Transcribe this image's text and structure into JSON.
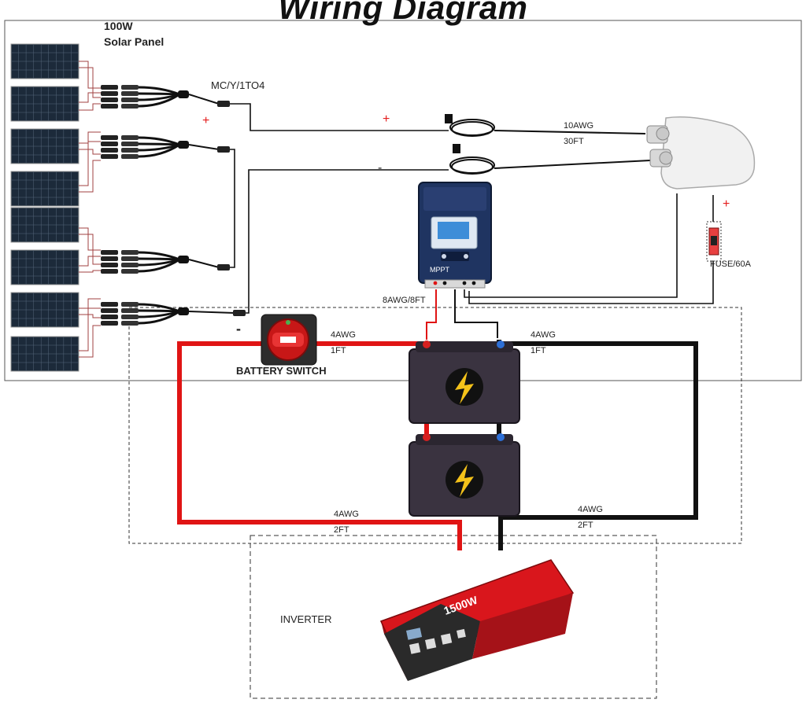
{
  "title": "Wiring Diagram",
  "panel_label": "100W",
  "panel_label2": "Solar Panel",
  "branch_label": "MC/Y/1TO4",
  "cable1_gauge": "10AWG",
  "cable1_length": "30FT",
  "fuse_label": "FUSE/60A",
  "controller_cable": "8AWG/8FT",
  "switch_label": "BATTERY SWITCH",
  "switch_cable_gauge": "4AWG",
  "switch_cable_length": "1FT",
  "battery_neg_gauge": "4AWG",
  "battery_neg_length": "1FT",
  "inverter_pos_gauge": "4AWG",
  "inverter_pos_length": "2FT",
  "inverter_neg_gauge": "4AWG",
  "inverter_neg_length": "2FT",
  "inverter_label": "INVERTER",
  "inverter_rating": "1500W",
  "controller_brand": "MPPT",
  "plus": "+",
  "minus": "-",
  "colors": {
    "positive": "#e01414",
    "negative": "#111111",
    "panel": "#1c2a3a",
    "battery": "#3a3340",
    "inverter": "#d9161c",
    "controller": "#1e2f5a"
  }
}
